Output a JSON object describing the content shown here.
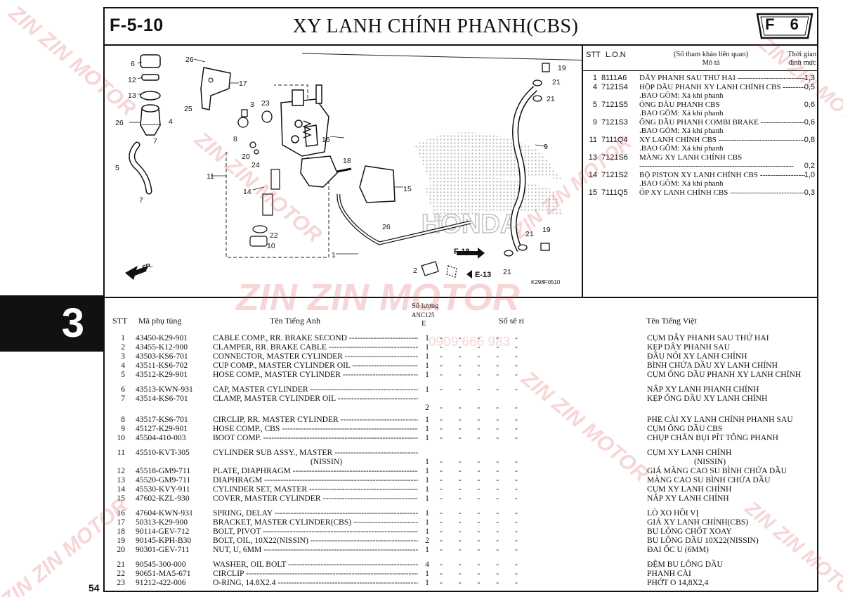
{
  "header": {
    "code": "F-5-10",
    "title": "XY LANH CHÍNH PHANH(CBS)",
    "badge": "F 6"
  },
  "section_tab": "3",
  "page_number": "54",
  "diagram": {
    "callouts": [
      "6",
      "26",
      "17",
      "12",
      "13",
      "25",
      "3",
      "23",
      "26",
      "4",
      "8",
      "7",
      "20",
      "24",
      "16",
      "11",
      "18",
      "5",
      "14",
      "15",
      "7",
      "26",
      "22",
      "10",
      "1",
      "2",
      "19",
      "21",
      "21",
      "9",
      "21",
      "19",
      "21"
    ],
    "arrows": {
      "fr": "FR.",
      "f18": "F-18",
      "e13": "E-13"
    },
    "figure_code": "K298F0510"
  },
  "ref_table": {
    "headers": {
      "stt": "STT",
      "lon": "L.O.N",
      "desc_top": "(Số tham khảo liên quan)",
      "desc_bottom": "Mô tả",
      "time_top": "Thời gian",
      "time_bottom": "định mức"
    },
    "rows": [
      {
        "stt": "1",
        "lon": "8111A6",
        "desc": "DÂY PHANH SAU THỨ HAI",
        "time": "1,3"
      },
      {
        "stt": "4",
        "lon": "7121S4",
        "desc": "HỘP DẦU PHANH XY LANH CHÍNH CBS",
        "time": "0,5"
      },
      {
        "stt": "",
        "lon": "",
        "desc": ".BAO GỒM: Xả khí phanh",
        "time": "",
        "nodash": true
      },
      {
        "stt": "5",
        "lon": "7121S5",
        "desc": "ỐNG DẦU PHANH CBS",
        "time": "0,6",
        "nodash": true
      },
      {
        "stt": "",
        "lon": "",
        "desc": ".BAO GỒM: Xả khí phanh",
        "time": "",
        "nodash": true
      },
      {
        "stt": "9",
        "lon": "7121S3",
        "desc": "ỐNG DẦU PHANH COMBI BRAKE",
        "time": "0,6"
      },
      {
        "stt": "",
        "lon": "",
        "desc": ".BAO GỒM: Xả khí phanh",
        "time": "",
        "nodash": true
      },
      {
        "stt": "11",
        "lon": "7111Q4",
        "desc": "XY LANH CHÍNH CBS",
        "time": "0,8"
      },
      {
        "stt": "",
        "lon": "",
        "desc": ".BAO GỒM: Xả khí phanh",
        "time": "",
        "nodash": true
      },
      {
        "stt": "13",
        "lon": "7121S6",
        "desc": "MÀNG XY LANH CHÍNH CBS",
        "time": "",
        "nodash": true
      },
      {
        "stt": "",
        "lon": "",
        "desc": "",
        "time": "0,2"
      },
      {
        "stt": "14",
        "lon": "7121S2",
        "desc": "BỘ PISTON XY LANH CHÍNH CBS",
        "time": "1,0"
      },
      {
        "stt": "",
        "lon": "",
        "desc": ".BAO GỒM: Xả khí phanh",
        "time": "",
        "nodash": true
      },
      {
        "stt": "15",
        "lon": "7111Q5",
        "desc": "ỐP XY LANH CHÍNH CBS",
        "time": "0,3"
      }
    ]
  },
  "parts_table": {
    "headers": {
      "stt": "STT",
      "part_no": "Mã phụ tùng",
      "name_en": "Tên Tiếng Anh",
      "qty_top": "Số lượng",
      "qty_model": "ANC125",
      "qty_e": "E",
      "serial": "Số sê ri",
      "name_vn": "Tên Tiếng Việt"
    },
    "rows": [
      {
        "stt": "1",
        "no": "43450-K29-901",
        "en": "CABLE COMP., RR. BRAKE SECOND",
        "qty": "1",
        "vn": "CỤM DÂY PHANH SAU THỨ HAI"
      },
      {
        "stt": "2",
        "no": "43455-K12-900",
        "en": "CLAMPER, RR. BRAKE CABLE",
        "qty": "1",
        "vn": "KẸP DÂY PHANH SAU"
      },
      {
        "stt": "3",
        "no": "43503-KS6-701",
        "en": "CONNECTOR, MASTER CYLINDER",
        "qty": "1",
        "vn": "ĐẦU NỐI XY LANH CHÍNH"
      },
      {
        "stt": "4",
        "no": "43511-KS6-702",
        "en": "CUP COMP., MASTER CYLINDER OIL",
        "qty": "1",
        "vn": "BÌNH CHỨA DẦU XY LANH CHÍNH"
      },
      {
        "stt": "5",
        "no": "43512-K29-901",
        "en": "HOSE COMP., MASTER CYLINDER",
        "qty": "1",
        "vn": "CỤM ỐNG DẦU PHANH XY LANH CHÍNH"
      },
      {
        "stt": "6",
        "no": "43513-KWN-931",
        "en": "CAP, MASTER CYLINDER",
        "qty": "1",
        "vn": "NẮP XY LANH PHANH CHÍNH"
      },
      {
        "stt": "7",
        "no": "43514-KS6-701",
        "en": "CLAMP, MASTER CYLINDER OIL",
        "qty": "",
        "vn": "KẸP ỐNG DẦU XY LANH CHÍNH"
      },
      {
        "stt": "",
        "no": "",
        "en": "",
        "qty": "2",
        "vn": "",
        "nodash": true
      },
      {
        "stt": "8",
        "no": "43517-KS6-701",
        "en": "CIRCLIP, RR. MASTER CYLINDER",
        "qty": "1",
        "vn": "PHE CÀI XY LANH CHÍNH PHANH SAU"
      },
      {
        "stt": "9",
        "no": "45127-K29-901",
        "en": "HOSE COMP., CBS",
        "qty": "1",
        "vn": "CỤM ỐNG DẦU CBS"
      },
      {
        "stt": "10",
        "no": "45504-410-003",
        "en": "BOOT COMP.",
        "qty": "1",
        "vn": "CHỤP CHẮN BỤI PÍT TÔNG PHANH"
      },
      {
        "stt": "11",
        "no": "45510-KVT-305",
        "en": "CYLINDER SUB ASSY., MASTER",
        "qty": "",
        "vn": "CỤM XY LANH CHÍNH",
        "nodashes": true
      },
      {
        "stt": "",
        "no": "",
        "en": "(NISSIN)",
        "qty": "1",
        "vn": "(NISSIN)",
        "nodash": true,
        "indent": true
      },
      {
        "stt": "12",
        "no": "45518-GM9-711",
        "en": "PLATE, DIAPHRAGM",
        "qty": "1",
        "vn": "GIÁ MÀNG CAO SU BÌNH CHỨA DẦU"
      },
      {
        "stt": "13",
        "no": "45520-GM9-711",
        "en": "DIAPHRAGM",
        "qty": "1",
        "vn": "MÀNG CAO SU BÌNH CHỨA DẦU"
      },
      {
        "stt": "14",
        "no": "45530-KVY-911",
        "en": "CYLINDER SET, MASTER",
        "qty": "1",
        "vn": "CỤM XY LANH CHÍNH"
      },
      {
        "stt": "15",
        "no": "47602-KZL-930",
        "en": "COVER, MASTER CYLINDER",
        "qty": "1",
        "vn": "NẮP XY LANH CHÍNH"
      },
      {
        "stt": "16",
        "no": "47604-KWN-931",
        "en": "SPRING, DELAY",
        "qty": "1",
        "vn": "LÒ XO HỒI VỊ"
      },
      {
        "stt": "17",
        "no": "50313-K29-900",
        "en": "BRACKET, MASTER CYLINDER(CBS)",
        "qty": "1",
        "vn": "GIÁ XY LANH CHÍNH(CBS)"
      },
      {
        "stt": "18",
        "no": "90114-GEV-712",
        "en": "BOLT, PIVOT",
        "qty": "1",
        "vn": "BU LÔNG CHỐT XOAY"
      },
      {
        "stt": "19",
        "no": "90145-KPH-B30",
        "en": "BOLT, OIL, 10X22(NISSIN)",
        "qty": "2",
        "vn": "BU LÔNG DẦU 10X22(NISSIN)"
      },
      {
        "stt": "20",
        "no": "90301-GEV-711",
        "en": "NUT, U, 6MM",
        "qty": "1",
        "vn": "ĐAI ỐC U (6MM)"
      },
      {
        "stt": "21",
        "no": "90545-300-000",
        "en": "WASHER, OIL BOLT",
        "qty": "4",
        "vn": "ĐỆM BU LÔNG DẦU"
      },
      {
        "stt": "22",
        "no": "90651-MA5-671",
        "en": "CIRCLIP",
        "qty": "1",
        "vn": "PHANH CÀI"
      },
      {
        "stt": "23",
        "no": "91212-422-006",
        "en": "O-RING, 14.8X2.4",
        "qty": "1",
        "vn": "PHỚT O 14,8X2,4"
      }
    ]
  },
  "watermark": {
    "brand": "ZIN ZIN MOTOR",
    "phone": "0909 666 983"
  },
  "colors": {
    "ink": "#111111",
    "watermark": "#d64444",
    "hatch": "#9a9a9a"
  }
}
